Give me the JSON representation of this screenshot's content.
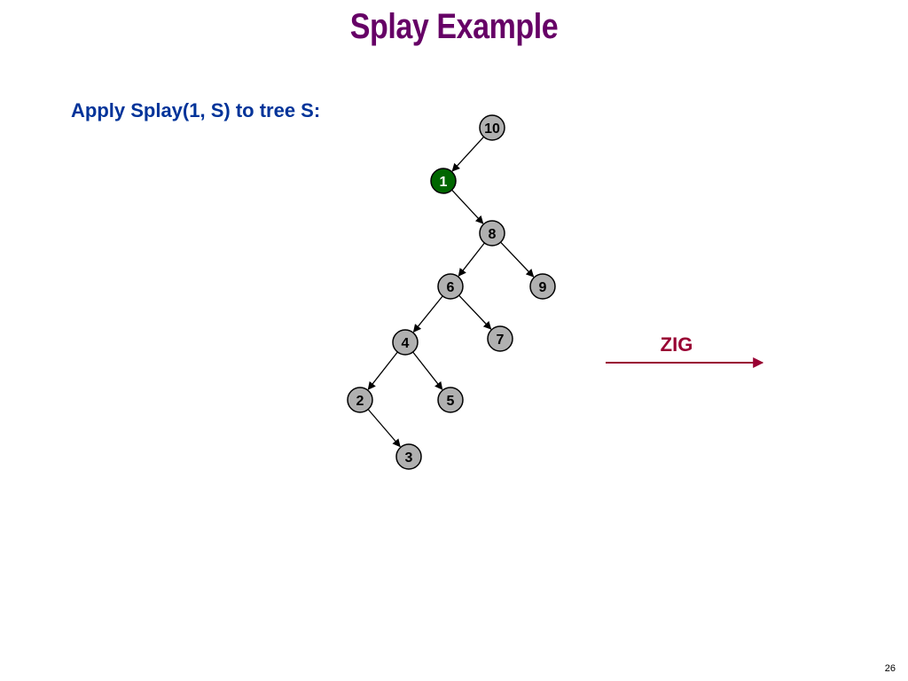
{
  "slide": {
    "title": "Splay Example",
    "subtitle": "Apply Splay(1, S) to tree S:",
    "page_number": "26"
  },
  "colors": {
    "title": "#660066",
    "subtitle": "#003399",
    "node_fill": "#b0b0b0",
    "node_highlight": "#006600",
    "node_stroke": "#000000",
    "edge": "#000000",
    "zig": "#990033"
  },
  "tree": {
    "highlighted": "1",
    "nodes": [
      {
        "id": "10",
        "label": "10"
      },
      {
        "id": "1",
        "label": "1"
      },
      {
        "id": "8",
        "label": "8"
      },
      {
        "id": "6",
        "label": "6"
      },
      {
        "id": "9",
        "label": "9"
      },
      {
        "id": "4",
        "label": "4"
      },
      {
        "id": "7",
        "label": "7"
      },
      {
        "id": "2",
        "label": "2"
      },
      {
        "id": "5",
        "label": "5"
      },
      {
        "id": "3",
        "label": "3"
      }
    ],
    "edges": [
      {
        "from": "10",
        "to": "1"
      },
      {
        "from": "1",
        "to": "8"
      },
      {
        "from": "8",
        "to": "6"
      },
      {
        "from": "8",
        "to": "9"
      },
      {
        "from": "6",
        "to": "4"
      },
      {
        "from": "6",
        "to": "7"
      },
      {
        "from": "4",
        "to": "2"
      },
      {
        "from": "4",
        "to": "5"
      },
      {
        "from": "2",
        "to": "3"
      }
    ]
  },
  "transition": {
    "label": "ZIG"
  }
}
